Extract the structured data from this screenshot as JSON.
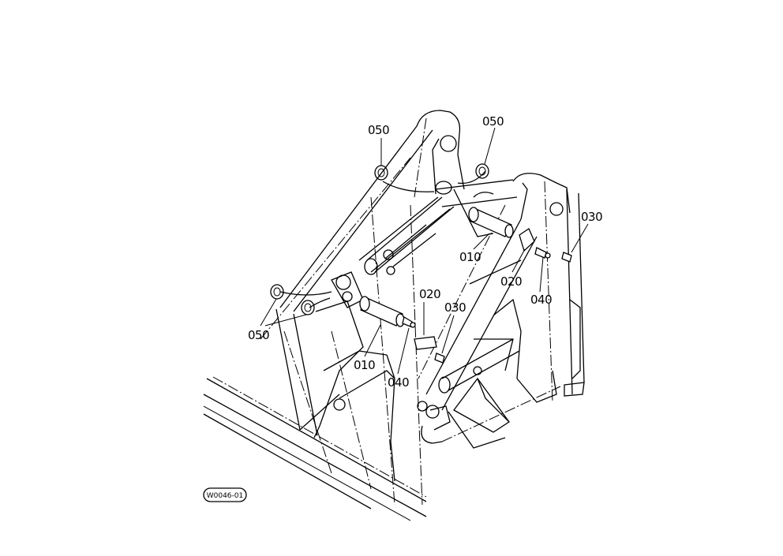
{
  "diagram": {
    "drawing_code": "W0046-01",
    "callouts": [
      {
        "id": "050-top-left",
        "text": "050"
      },
      {
        "id": "050-top-right",
        "text": "050"
      },
      {
        "id": "050-left",
        "text": "050"
      },
      {
        "id": "010-upper",
        "text": "010"
      },
      {
        "id": "010-lower",
        "text": "010"
      },
      {
        "id": "020-right",
        "text": "020"
      },
      {
        "id": "020-left",
        "text": "020"
      },
      {
        "id": "030-right",
        "text": "030"
      },
      {
        "id": "030-left",
        "text": "030"
      },
      {
        "id": "040-right",
        "text": "040"
      },
      {
        "id": "040-left",
        "text": "040"
      }
    ]
  }
}
